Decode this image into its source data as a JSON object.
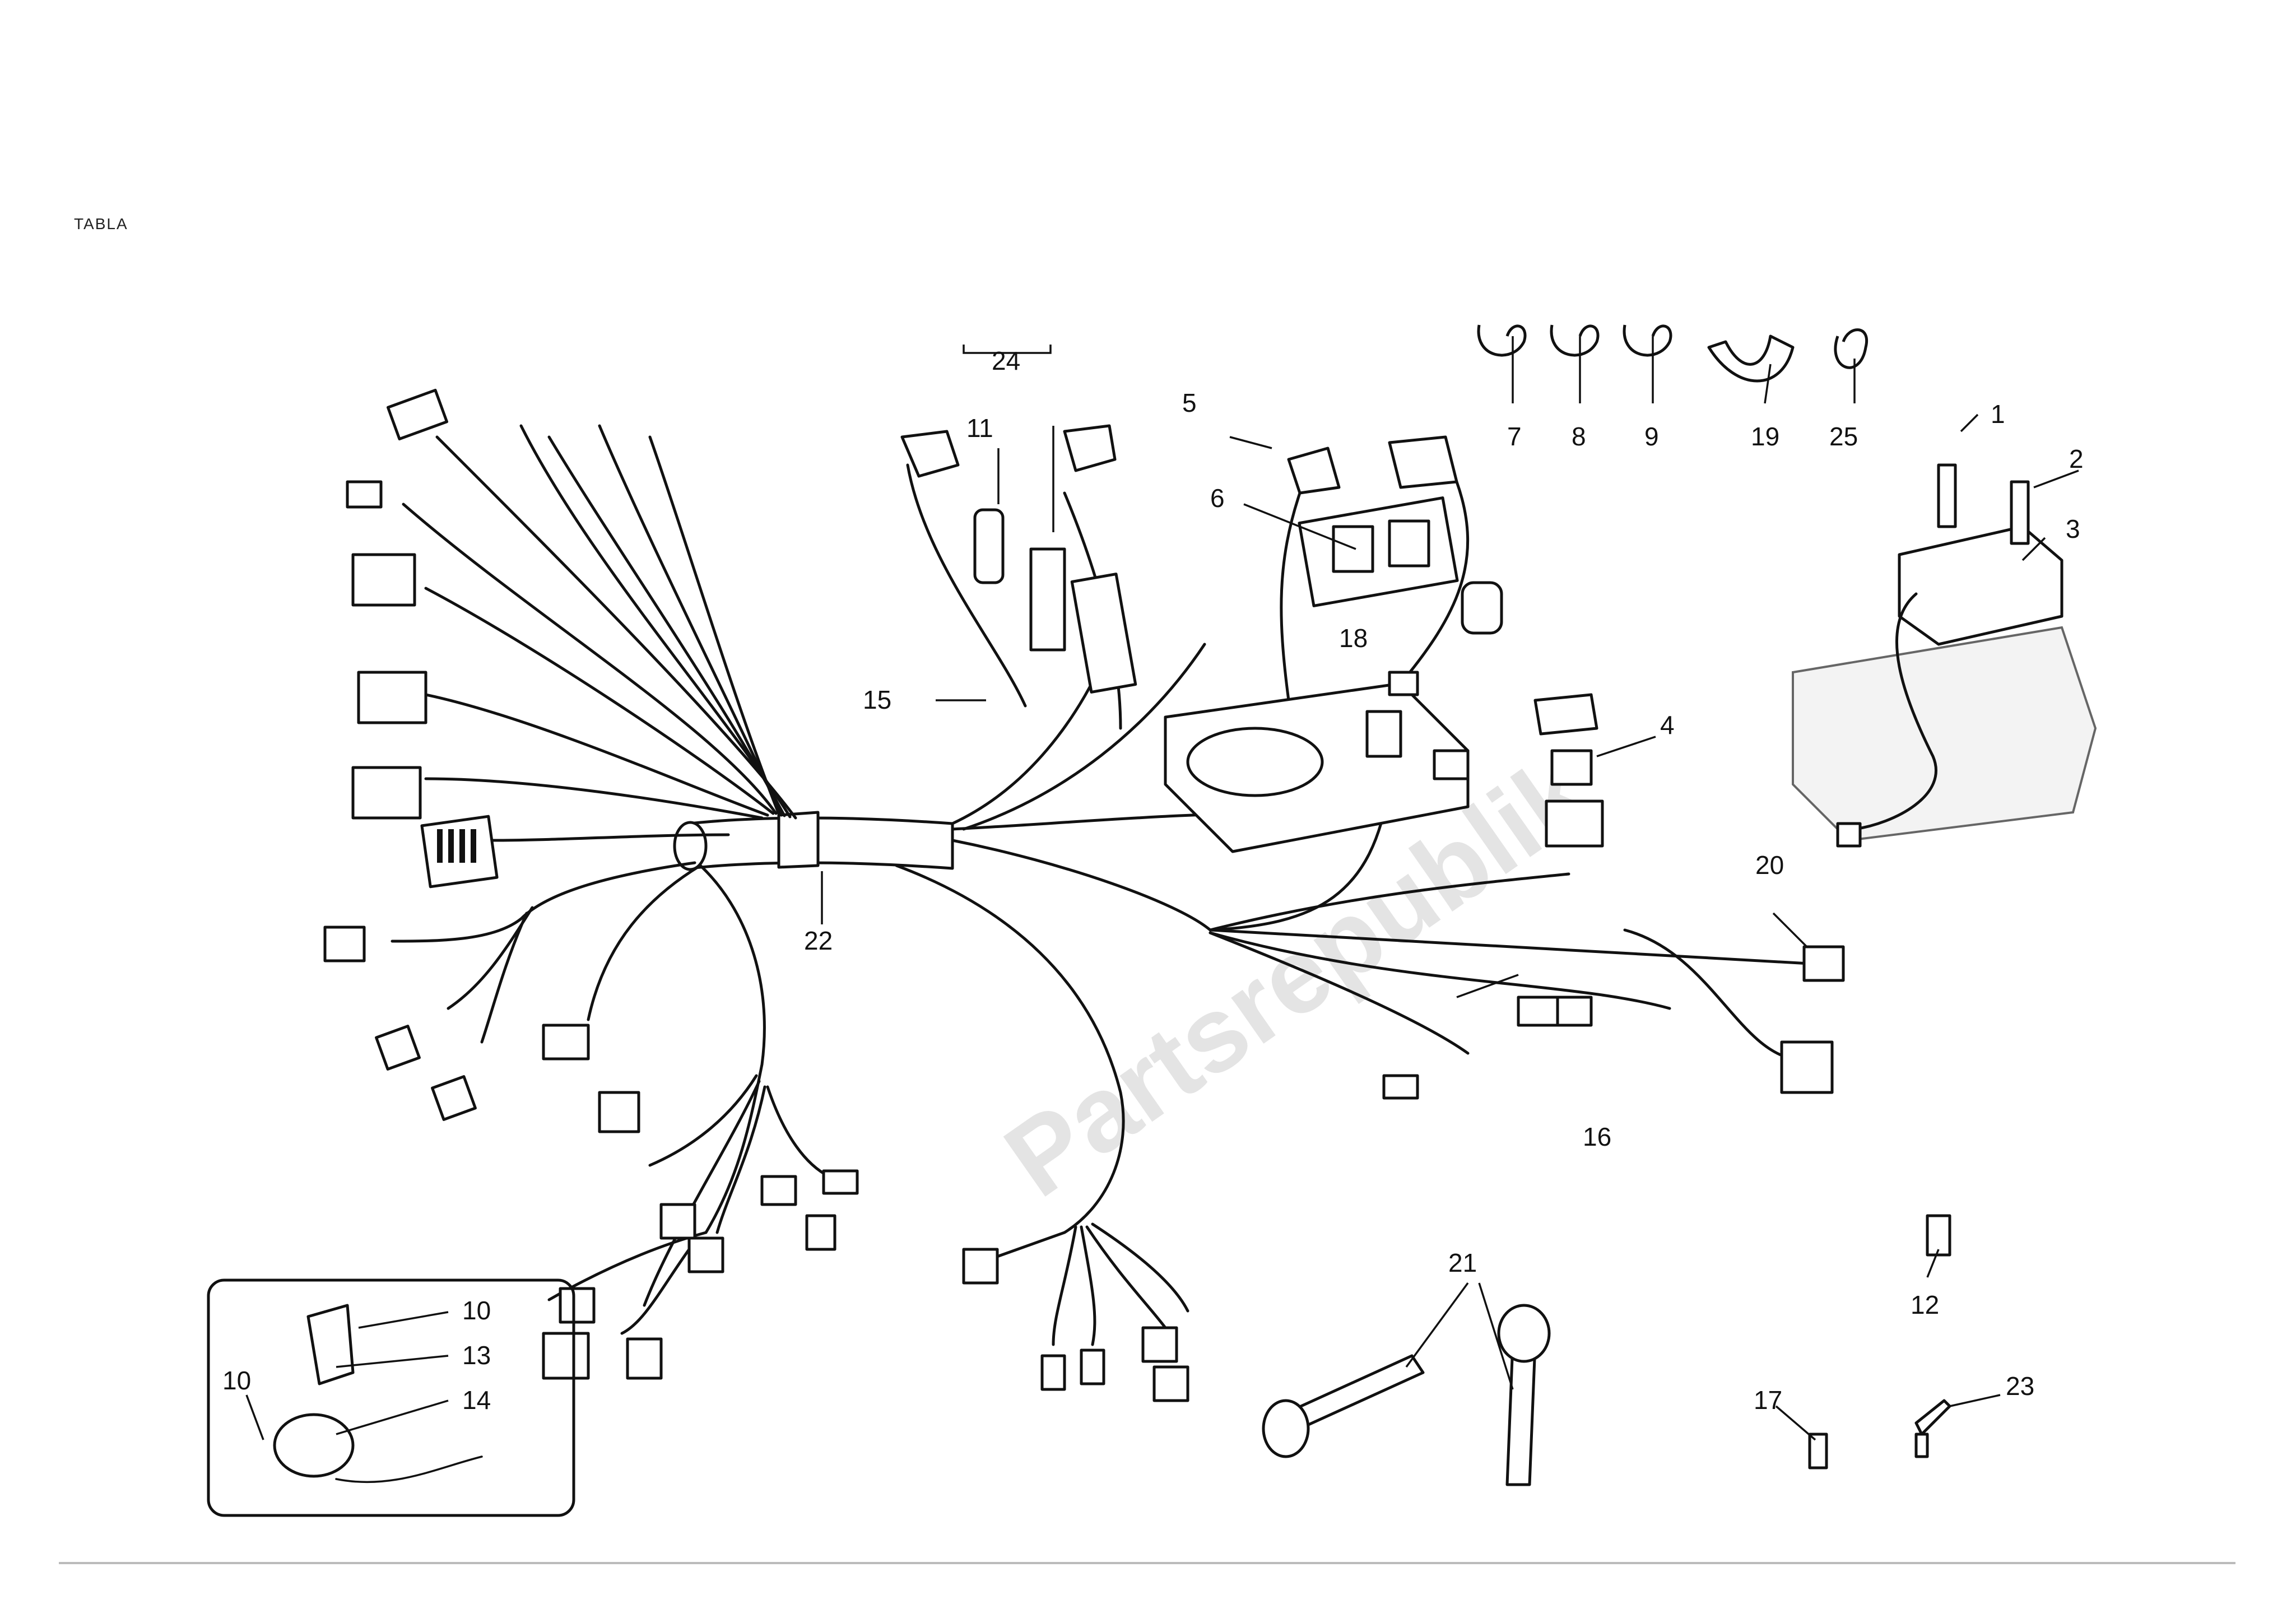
{
  "page_label": "TABLA",
  "watermark": "Partsrepublik",
  "callouts": {
    "c1": "1",
    "c2": "2",
    "c3": "3",
    "c4": "4",
    "c5": "5",
    "c6": "6",
    "c7": "7",
    "c8": "8",
    "c9": "9",
    "c10a": "10",
    "c10b": "10",
    "c11": "11",
    "c12": "12",
    "c13": "13",
    "c14": "14",
    "c15": "15",
    "c16": "16",
    "c17": "17",
    "c18": "18",
    "c19": "19",
    "c20": "20",
    "c21": "21",
    "c22": "22",
    "c23": "23",
    "c24": "24",
    "c25": "25"
  }
}
